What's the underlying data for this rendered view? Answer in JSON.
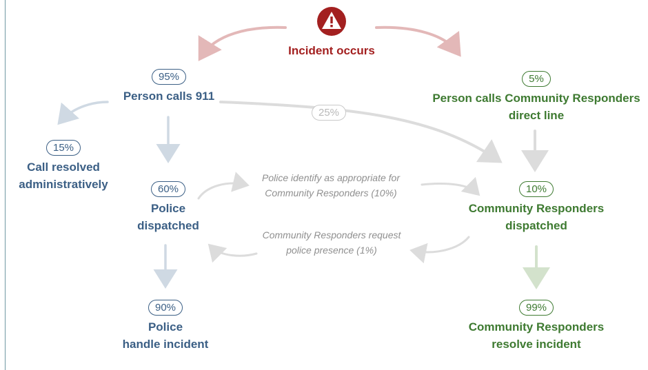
{
  "colors": {
    "alert": "#a32020",
    "police": "#3b5f85",
    "responders": "#3e7a31",
    "neutral": "#b9b9b9"
  },
  "incident": {
    "icon": "warning-icon",
    "label": "Incident occurs"
  },
  "calls_911": {
    "pct": "95%",
    "label": "Person calls 911"
  },
  "direct_line": {
    "pct": "5%",
    "label_line1": "Person calls Community Responders",
    "label_line2": "direct line"
  },
  "resolved_admin": {
    "pct": "15%",
    "label_line1": "Call resolved",
    "label_line2": "administratively"
  },
  "transfer_pct": "25%",
  "police_dispatched": {
    "pct": "60%",
    "label_line1": "Police",
    "label_line2": "dispatched"
  },
  "responders_dispatched": {
    "pct": "10%",
    "label_line1": "Community Responders",
    "label_line2": "dispatched"
  },
  "note_police_identify": {
    "line1": "Police identify as appropriate for",
    "line2": "Community Responders (10%)"
  },
  "note_request_police": {
    "line1": "Community Responders request",
    "line2": "police presence (1%)"
  },
  "police_handle": {
    "pct": "90%",
    "label_line1": "Police",
    "label_line2": "handle incident"
  },
  "responders_resolve": {
    "pct": "99%",
    "label_line1": "Community Responders",
    "label_line2": "resolve incident"
  }
}
